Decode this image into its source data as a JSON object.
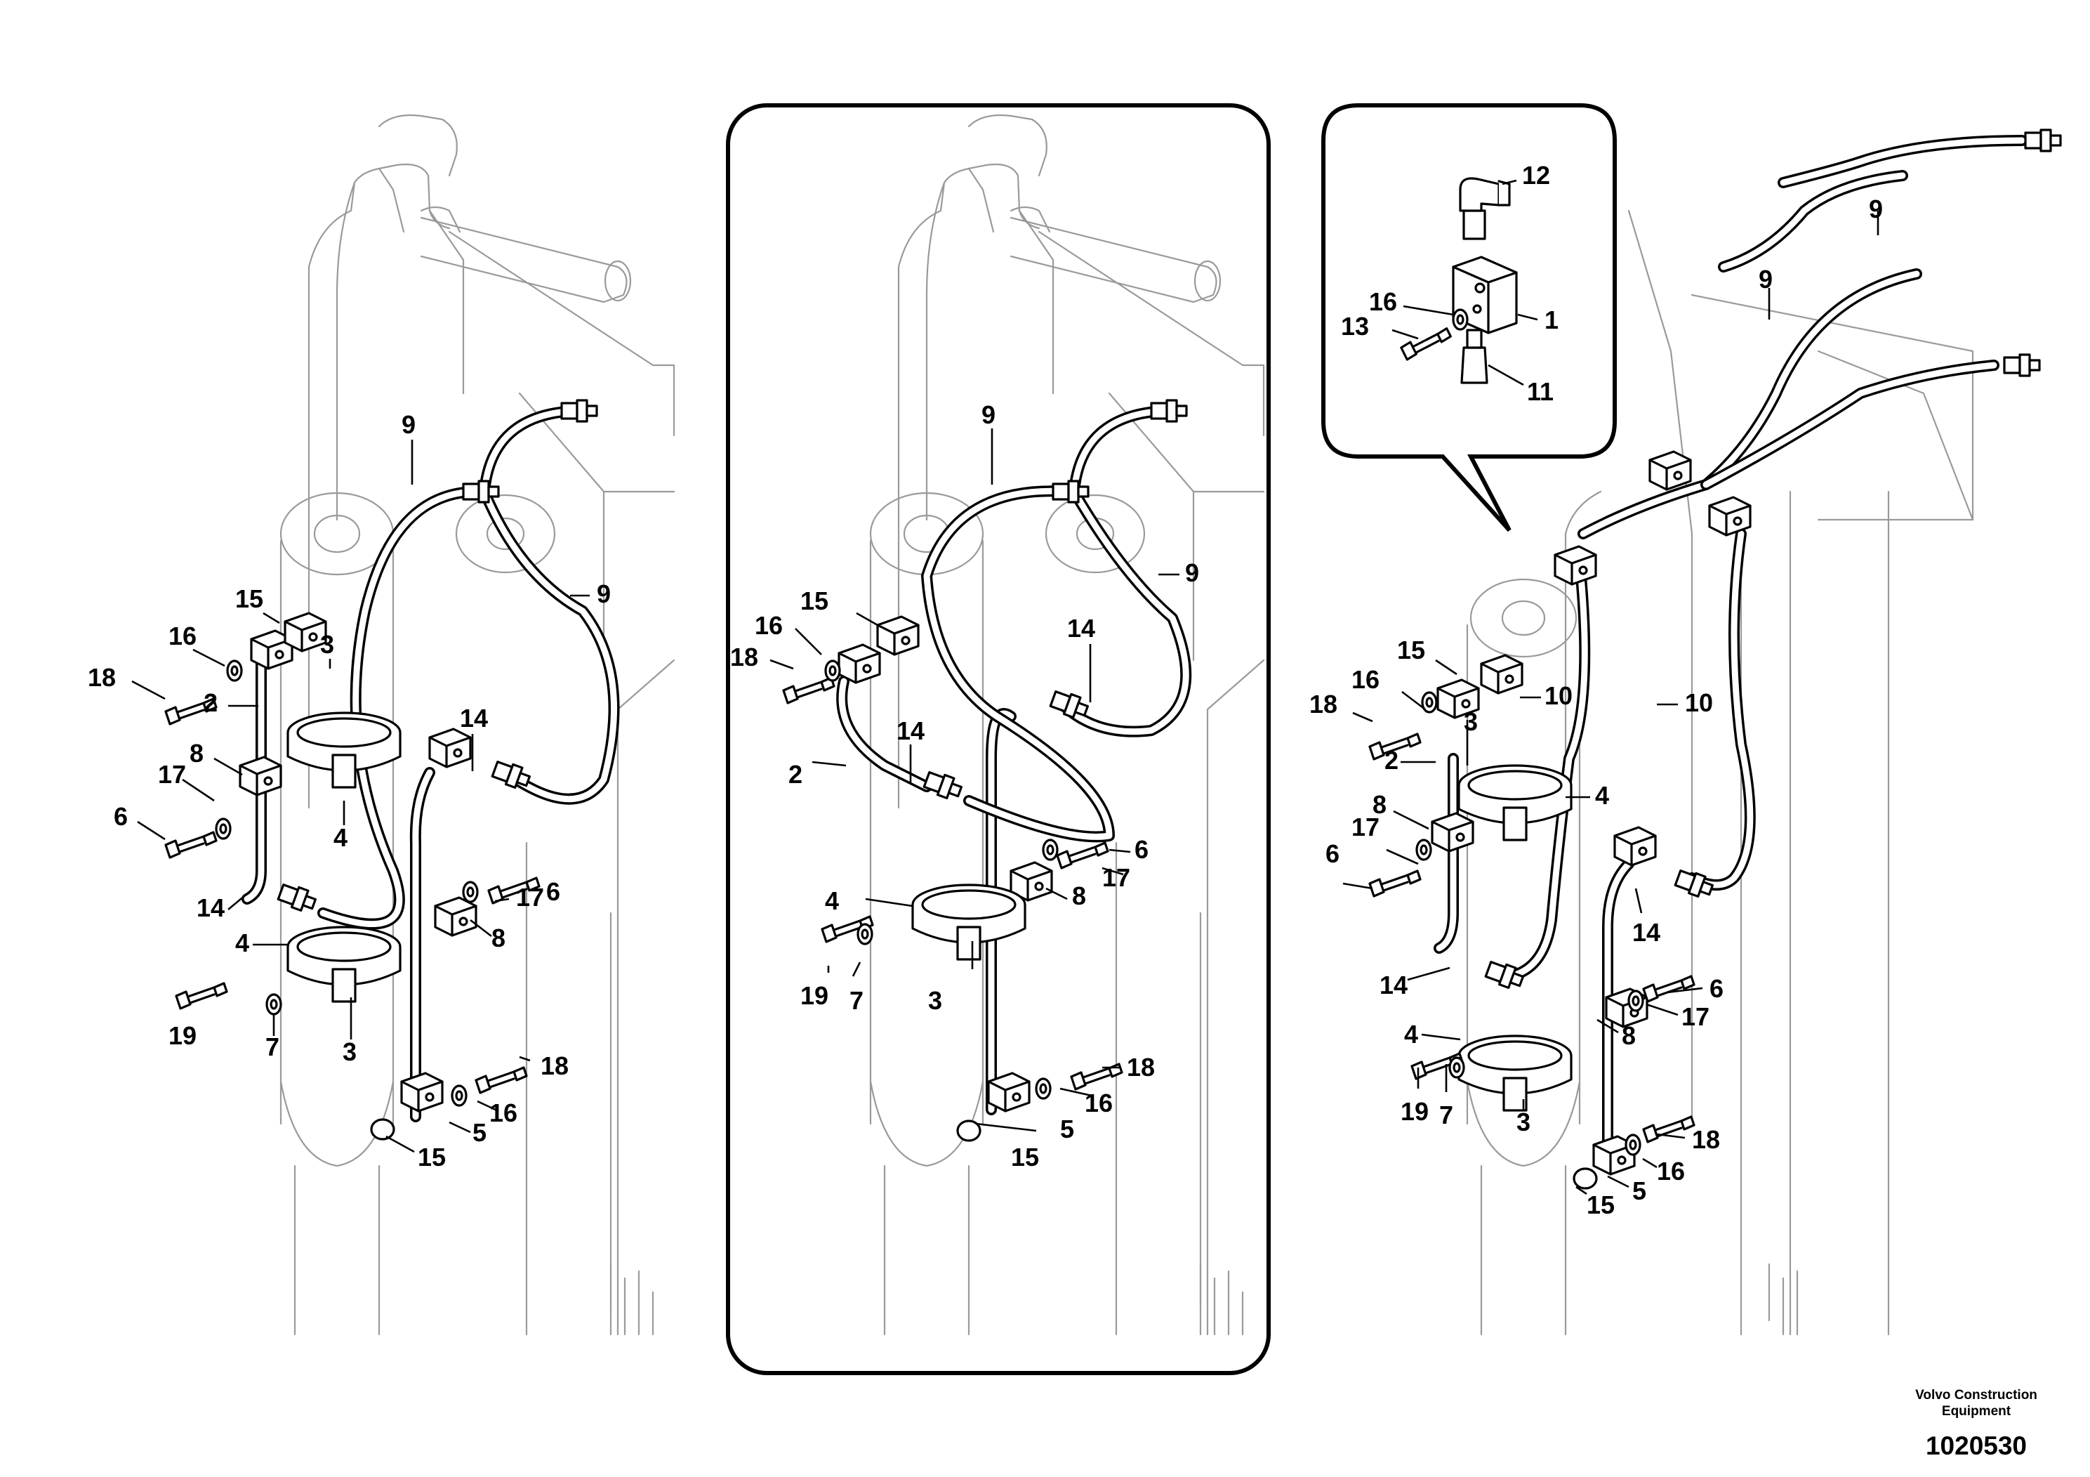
{
  "brand": {
    "line1": "Volvo Construction",
    "line2": "Equipment"
  },
  "drawing_number": "1020530",
  "views": [
    {
      "id": "left",
      "labels": [
        "9",
        "9",
        "15",
        "16",
        "18",
        "2",
        "3",
        "8",
        "17",
        "6",
        "4",
        "14",
        "14",
        "17",
        "6",
        "8",
        "4",
        "19",
        "7",
        "3",
        "18",
        "16",
        "5",
        "15"
      ]
    },
    {
      "id": "middle",
      "framed": true,
      "labels": [
        "9",
        "9",
        "15",
        "16",
        "18",
        "14",
        "14",
        "2",
        "6",
        "17",
        "8",
        "4",
        "19",
        "7",
        "3",
        "18",
        "16",
        "5",
        "15"
      ]
    },
    {
      "id": "detail",
      "framed": true,
      "labels": [
        "12",
        "16",
        "13",
        "1",
        "11"
      ]
    },
    {
      "id": "right",
      "labels": [
        "9",
        "9",
        "15",
        "16",
        "18",
        "10",
        "10",
        "3",
        "2",
        "4",
        "8",
        "17",
        "6",
        "14",
        "14",
        "6",
        "17",
        "8",
        "4",
        "19",
        "7",
        "3",
        "18",
        "16",
        "5",
        "15"
      ]
    }
  ]
}
